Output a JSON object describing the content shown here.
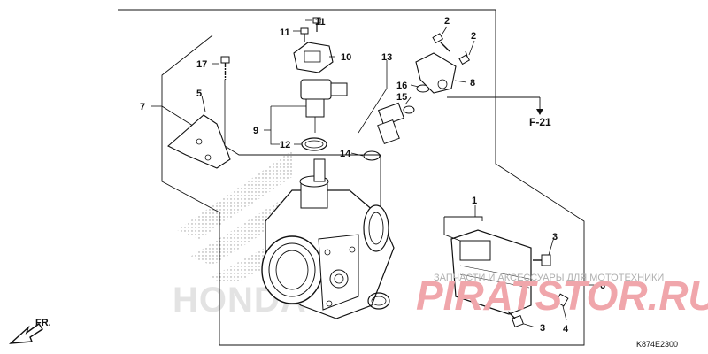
{
  "callouts": {
    "c1": "1",
    "c2a": "2",
    "c2b": "2",
    "c3a": "3",
    "c3b": "3",
    "c4": "4",
    "c5": "5",
    "c6": "6",
    "c7": "7",
    "c8": "8",
    "c9": "9",
    "c10": "10",
    "c11a": "11",
    "c11b": "11",
    "c12": "12",
    "c13": "13",
    "c14": "14",
    "c15": "15",
    "c16": "16",
    "c17": "17"
  },
  "ref_label": "F-21",
  "front_label": "FR.",
  "diagram_code": "K874E2300",
  "watermark": {
    "tagline": "ЗАПЧАСТИ И АКСЕССУАРЫ ДЛЯ МОТОТЕХНИКИ",
    "site": "PIRATSTOR.RU",
    "brand": "HONDA"
  },
  "colors": {
    "line": "#111111",
    "watermark_red": "#f0a6ab",
    "watermark_gray": "#b0b0b0",
    "honda_watermark": "#e3e3e3"
  }
}
